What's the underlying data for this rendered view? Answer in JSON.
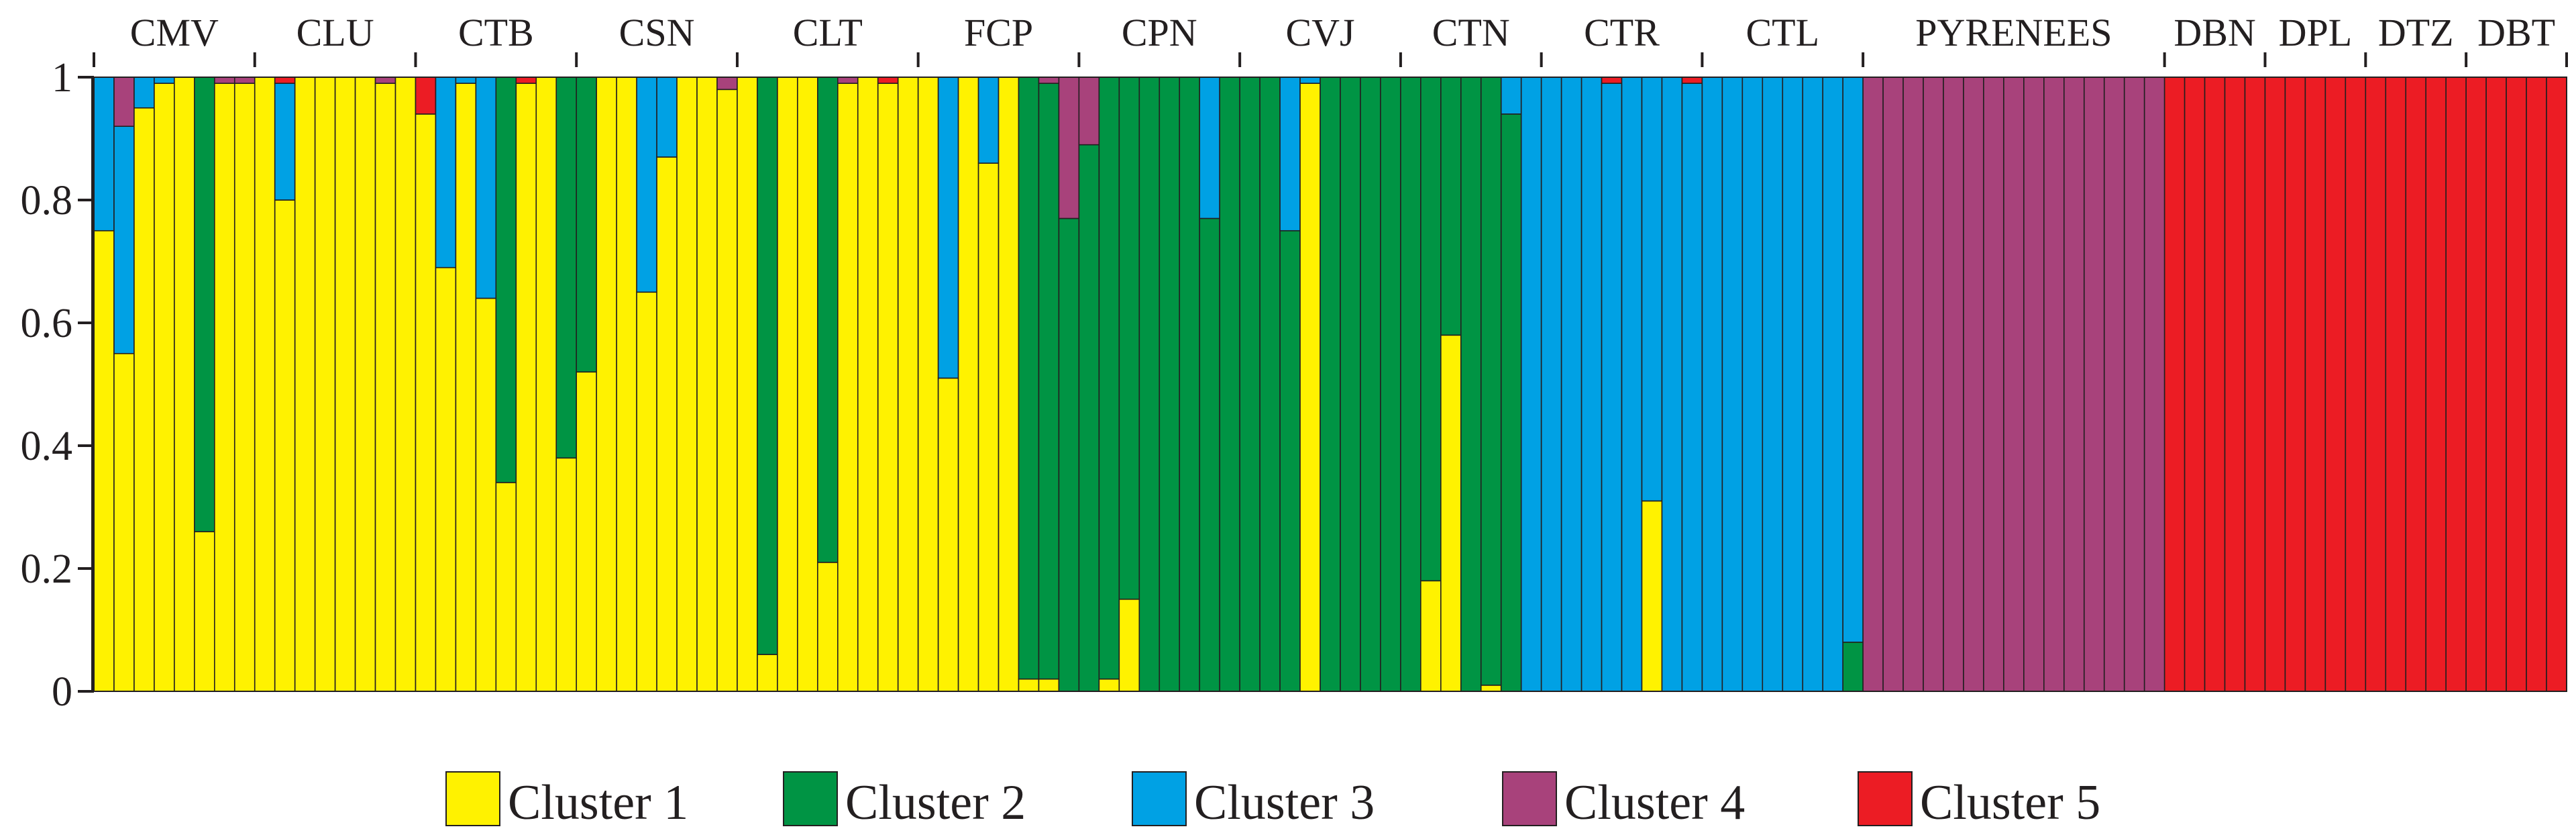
{
  "chart_data": {
    "type": "bar",
    "stacked": true,
    "ylim": [
      0,
      1
    ],
    "yticks": [
      "0",
      "0.2",
      "0.4",
      "0.6",
      "0.8",
      "1"
    ],
    "ytick_values": [
      0,
      0.2,
      0.4,
      0.6,
      0.8,
      1
    ],
    "grid": false,
    "legend_placement": "bottom",
    "colors": {
      "Cluster 1": "#fff200",
      "Cluster 2": "#009444",
      "Cluster 3": "#00a1e4",
      "Cluster 4": "#a8427b",
      "Cluster 5": "#ec1c24"
    },
    "series": [
      {
        "name": "Cluster 1"
      },
      {
        "name": "Cluster 2"
      },
      {
        "name": "Cluster 3"
      },
      {
        "name": "Cluster 4"
      },
      {
        "name": "Cluster 5"
      }
    ],
    "populations": [
      {
        "label": "CMV",
        "individuals": [
          [
            0.75,
            0,
            0.25,
            0,
            0
          ],
          [
            0.55,
            0,
            0.37,
            0.08,
            0
          ],
          [
            0.95,
            0,
            0.05,
            0,
            0
          ],
          [
            0.99,
            0,
            0.01,
            0,
            0
          ],
          [
            1,
            0,
            0,
            0,
            0
          ],
          [
            0.26,
            0.74,
            0,
            0,
            0
          ],
          [
            0.99,
            0,
            0,
            0.01,
            0
          ],
          [
            0.99,
            0,
            0,
            0.01,
            0
          ]
        ]
      },
      {
        "label": "CLU",
        "individuals": [
          [
            1,
            0,
            0,
            0,
            0
          ],
          [
            0.8,
            0,
            0.19,
            0,
            0.01
          ],
          [
            1,
            0,
            0,
            0,
            0
          ],
          [
            1,
            0,
            0,
            0,
            0
          ],
          [
            1,
            0,
            0,
            0,
            0
          ],
          [
            1,
            0,
            0,
            0,
            0
          ],
          [
            0.99,
            0,
            0,
            0.01,
            0
          ],
          [
            1,
            0,
            0,
            0,
            0
          ]
        ]
      },
      {
        "label": "CTB",
        "individuals": [
          [
            0.94,
            0,
            0,
            0,
            0.06
          ],
          [
            0.69,
            0,
            0.31,
            0,
            0
          ],
          [
            0.99,
            0,
            0.01,
            0,
            0
          ],
          [
            0.64,
            0,
            0.36,
            0,
            0
          ],
          [
            0.34,
            0.66,
            0,
            0,
            0
          ],
          [
            0.99,
            0,
            0,
            0,
            0.01
          ],
          [
            1,
            0,
            0,
            0,
            0
          ],
          [
            0.38,
            0.62,
            0,
            0,
            0
          ]
        ]
      },
      {
        "label": "CSN",
        "individuals": [
          [
            0.52,
            0.48,
            0,
            0,
            0
          ],
          [
            1,
            0,
            0,
            0,
            0
          ],
          [
            1,
            0,
            0,
            0,
            0
          ],
          [
            0.65,
            0,
            0.35,
            0,
            0
          ],
          [
            0.87,
            0,
            0.13,
            0,
            0
          ],
          [
            1,
            0,
            0,
            0,
            0
          ],
          [
            1,
            0,
            0,
            0,
            0
          ],
          [
            0.98,
            0,
            0,
            0.02,
            0
          ]
        ]
      },
      {
        "label": "CLT",
        "individuals": [
          [
            1,
            0,
            0,
            0,
            0
          ],
          [
            0.06,
            0.94,
            0,
            0,
            0
          ],
          [
            1,
            0,
            0,
            0,
            0
          ],
          [
            1,
            0,
            0,
            0,
            0
          ],
          [
            0.21,
            0.79,
            0,
            0,
            0
          ],
          [
            0.99,
            0,
            0,
            0.01,
            0
          ],
          [
            1,
            0,
            0,
            0,
            0
          ],
          [
            0.99,
            0,
            0,
            0,
            0.01
          ],
          [
            1,
            0,
            0,
            0,
            0
          ]
        ]
      },
      {
        "label": "FCP",
        "individuals": [
          [
            1,
            0,
            0,
            0,
            0
          ],
          [
            0.51,
            0,
            0.49,
            0,
            0
          ],
          [
            1,
            0,
            0,
            0,
            0
          ],
          [
            0.86,
            0,
            0.14,
            0,
            0
          ],
          [
            1,
            0,
            0,
            0,
            0
          ],
          [
            0.02,
            0.98,
            0,
            0,
            0
          ],
          [
            0.02,
            0.97,
            0,
            0.01,
            0
          ],
          [
            0,
            0.77,
            0,
            0.23,
            0
          ]
        ]
      },
      {
        "label": "CPN",
        "individuals": [
          [
            0,
            0.89,
            0,
            0.11,
            0
          ],
          [
            0.02,
            0.98,
            0,
            0,
            0
          ],
          [
            0.15,
            0.85,
            0,
            0,
            0
          ],
          [
            0,
            1,
            0,
            0,
            0
          ],
          [
            0,
            1,
            0,
            0,
            0
          ],
          [
            0,
            1,
            0,
            0,
            0
          ],
          [
            0,
            0.77,
            0.23,
            0,
            0
          ],
          [
            0,
            1,
            0,
            0,
            0
          ]
        ]
      },
      {
        "label": "CVJ",
        "individuals": [
          [
            0,
            1,
            0,
            0,
            0
          ],
          [
            0,
            1,
            0,
            0,
            0
          ],
          [
            0,
            0.75,
            0.25,
            0,
            0
          ],
          [
            0.99,
            0,
            0.01,
            0,
            0
          ],
          [
            0,
            1,
            0,
            0,
            0
          ],
          [
            0,
            1,
            0,
            0,
            0
          ],
          [
            0,
            1,
            0,
            0,
            0
          ],
          [
            0,
            1,
            0,
            0,
            0
          ]
        ]
      },
      {
        "label": "CTN",
        "individuals": [
          [
            0,
            1,
            0,
            0,
            0
          ],
          [
            0.18,
            0.82,
            0,
            0,
            0
          ],
          [
            0.58,
            0.42,
            0,
            0,
            0
          ],
          [
            0,
            1,
            0,
            0,
            0
          ],
          [
            0.01,
            0.99,
            0,
            0,
            0
          ],
          [
            0,
            0.94,
            0.06,
            0,
            0
          ],
          [
            0,
            0,
            1,
            0,
            0
          ]
        ]
      },
      {
        "label": "CTR",
        "individuals": [
          [
            0,
            0,
            1,
            0,
            0
          ],
          [
            0,
            0,
            1,
            0,
            0
          ],
          [
            0,
            0,
            1,
            0,
            0
          ],
          [
            0,
            0,
            0.99,
            0,
            0.01
          ],
          [
            0,
            0,
            1,
            0,
            0
          ],
          [
            0.31,
            0,
            0.69,
            0,
            0
          ],
          [
            0,
            0,
            1,
            0,
            0
          ],
          [
            0,
            0,
            0.99,
            0,
            0.01
          ]
        ]
      },
      {
        "label": "CTL",
        "individuals": [
          [
            0,
            0,
            1,
            0,
            0
          ],
          [
            0,
            0,
            1,
            0,
            0
          ],
          [
            0,
            0,
            1,
            0,
            0
          ],
          [
            0,
            0,
            1,
            0,
            0
          ],
          [
            0,
            0,
            1,
            0,
            0
          ],
          [
            0,
            0,
            1,
            0,
            0
          ],
          [
            0,
            0,
            1,
            0,
            0
          ],
          [
            0,
            0.08,
            0.92,
            0,
            0
          ]
        ]
      },
      {
        "label": "PYRENEES",
        "individuals": [
          [
            0,
            0,
            0,
            1,
            0
          ],
          [
            0,
            0,
            0,
            1,
            0
          ],
          [
            0,
            0,
            0,
            1,
            0
          ],
          [
            0,
            0,
            0,
            1,
            0
          ],
          [
            0,
            0,
            0,
            1,
            0
          ],
          [
            0,
            0,
            0,
            1,
            0
          ],
          [
            0,
            0,
            0,
            1,
            0
          ],
          [
            0,
            0,
            0,
            1,
            0
          ],
          [
            0,
            0,
            0,
            1,
            0
          ],
          [
            0,
            0,
            0,
            1,
            0
          ],
          [
            0,
            0,
            0,
            1,
            0
          ],
          [
            0,
            0,
            0,
            1,
            0
          ],
          [
            0,
            0,
            0,
            1,
            0
          ],
          [
            0,
            0,
            0,
            1,
            0
          ],
          [
            0,
            0,
            0,
            1,
            0
          ]
        ]
      },
      {
        "label": "DBN",
        "individuals": [
          [
            0,
            0,
            0,
            0,
            1
          ],
          [
            0,
            0,
            0,
            0,
            1
          ],
          [
            0,
            0,
            0,
            0,
            1
          ],
          [
            0,
            0,
            0,
            0,
            1
          ],
          [
            0,
            0,
            0,
            0,
            1
          ]
        ]
      },
      {
        "label": "DPL",
        "individuals": [
          [
            0,
            0,
            0,
            0,
            1
          ],
          [
            0,
            0,
            0,
            0,
            1
          ],
          [
            0,
            0,
            0,
            0,
            1
          ],
          [
            0,
            0,
            0,
            0,
            1
          ],
          [
            0,
            0,
            0,
            0,
            1
          ]
        ]
      },
      {
        "label": "DTZ",
        "individuals": [
          [
            0,
            0,
            0,
            0,
            1
          ],
          [
            0,
            0,
            0,
            0,
            1
          ],
          [
            0,
            0,
            0,
            0,
            1
          ],
          [
            0,
            0,
            0,
            0,
            1
          ],
          [
            0,
            0,
            0,
            0,
            1
          ]
        ]
      },
      {
        "label": "DBT",
        "individuals": [
          [
            0,
            0,
            0,
            0,
            1
          ],
          [
            0,
            0,
            0,
            0,
            1
          ],
          [
            0,
            0,
            0,
            0,
            1
          ],
          [
            0,
            0,
            0,
            0,
            1
          ],
          [
            0,
            0,
            0,
            0,
            1
          ]
        ]
      }
    ]
  }
}
